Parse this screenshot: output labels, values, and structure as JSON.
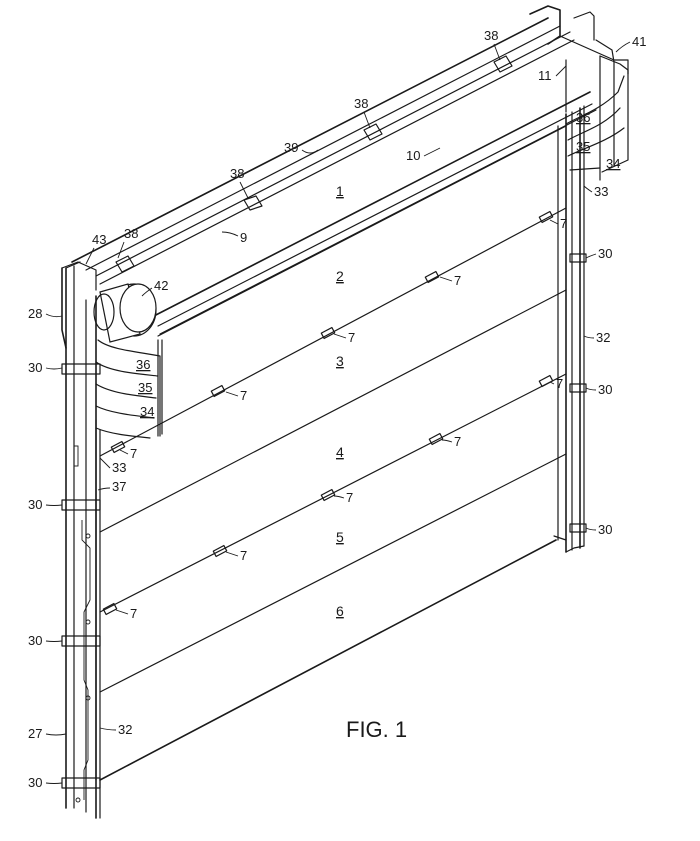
{
  "figure": {
    "caption": "FIG. 1",
    "panels": [
      "1",
      "2",
      "3",
      "4",
      "5",
      "6"
    ],
    "refs": {
      "r7": "7",
      "r9": "9",
      "r10": "10",
      "r11": "11",
      "r27": "27",
      "r28": "28",
      "r30": "30",
      "r32": "32",
      "r33": "33",
      "r34": "34",
      "r35": "35",
      "r36": "36",
      "r37": "37",
      "r38": "38",
      "r39": "39",
      "r41": "41",
      "r42": "42",
      "r43": "43"
    }
  }
}
